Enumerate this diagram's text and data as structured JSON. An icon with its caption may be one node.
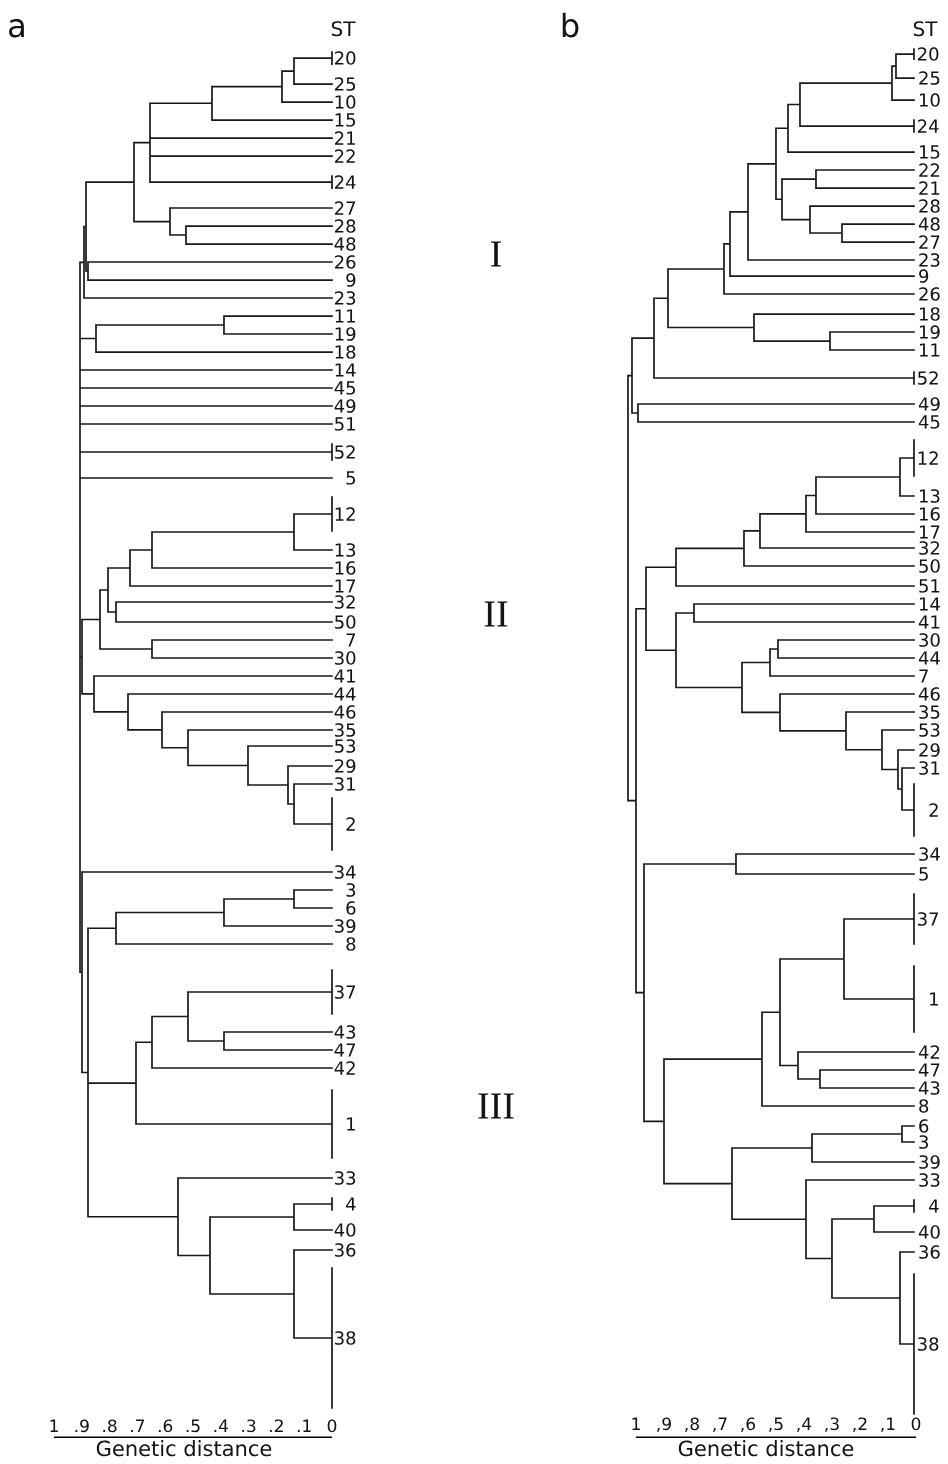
{
  "diagram": {
    "labels": [
      "a",
      "ST",
      "20",
      "25",
      "10",
      "15",
      "21",
      "22",
      "24",
      "27",
      "28",
      "48",
      "26",
      "9",
      "23",
      "11",
      "19",
      "18",
      "14",
      "45",
      "49",
      "51",
      "52",
      "5",
      "12",
      "13",
      "16",
      "17",
      "32",
      "50",
      "7",
      "30",
      "41",
      "44",
      "46",
      "35",
      "53",
      "29",
      "31",
      "2",
      "34",
      "3",
      "6",
      "39",
      "8",
      "37",
      "43",
      "47",
      "42",
      "1",
      "33",
      "4",
      "40",
      "36",
      "38",
      "1",
      ".9",
      ".8",
      ".7",
      ".6",
      ".5",
      ".4",
      ".3",
      ".2",
      ".1",
      "0",
      "Genetic distance",
      "I",
      "II",
      "III",
      "b",
      "ST",
      "20",
      "25",
      "10",
      "24",
      "15",
      "22",
      "21",
      "28",
      "48",
      "27",
      "23",
      "9",
      "26",
      "18",
      "19",
      "11",
      "52",
      "49",
      "45",
      "12",
      "13",
      "16",
      "17",
      "32",
      "50",
      "51",
      "14",
      "41",
      "30",
      "44",
      "7",
      "46",
      "35",
      "53",
      "29",
      "31",
      "2",
      "34",
      "5",
      "37",
      "1",
      "42",
      "47",
      "43",
      "8",
      "6",
      "3",
      "39",
      "33",
      "4",
      "40",
      "36",
      "38",
      "1",
      ",9",
      ",8",
      ",7",
      ",6",
      ",5",
      ",4",
      ",3",
      ",2",
      ",1",
      "0",
      "Genetic distance"
    ]
  }
}
